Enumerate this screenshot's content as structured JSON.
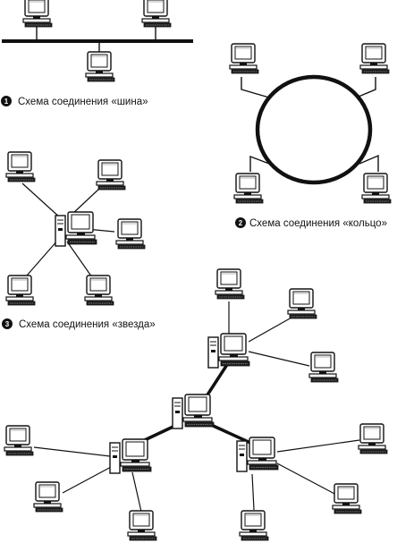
{
  "captions": {
    "bus": {
      "number": "1",
      "text": "Схема соединения «шина»"
    },
    "ring": {
      "number": "2",
      "text": "Схема соединения «кольцо»"
    },
    "star": {
      "number": "3",
      "text": "Схема соединения «звезда»"
    }
  }
}
